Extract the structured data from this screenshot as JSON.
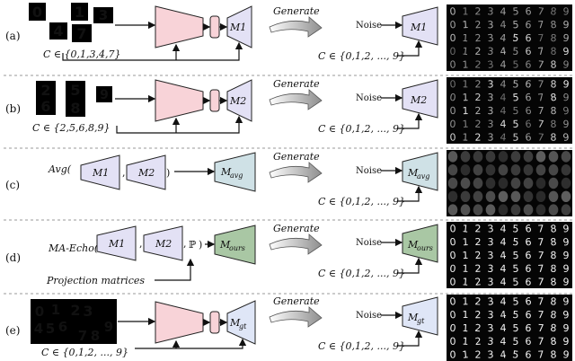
{
  "colors": {
    "encoder": "#f8d3d8",
    "latent": "#f8d3d8",
    "decoder_local": "#e3e1f5",
    "decoder_avg": "#cfe1e6",
    "decoder_ours": "#a9c7a4",
    "decoder_gt": "#dfe6f7",
    "stroke": "#222222",
    "grid_bg": "#050505"
  },
  "shared": {
    "generate": "Generate",
    "noise": "Noise",
    "all_classes": "C ∈ {0,1,2, ..., 9}"
  },
  "rows": [
    {
      "id": "a",
      "label": "(a)",
      "input_digits": [
        "0",
        "1",
        "3",
        "4",
        "7"
      ],
      "classes": "C ∈ {0,1,3,4,7}",
      "model": "M1",
      "gen_model": "M1",
      "grid_style": "blurry-subset"
    },
    {
      "id": "b",
      "label": "(b)",
      "input_digits": [
        "2",
        "5",
        "9",
        "6",
        "8"
      ],
      "classes": "C ∈ {2,5,6,8,9}",
      "model": "M2",
      "gen_model": "M2",
      "grid_style": "blurry-subset"
    },
    {
      "id": "c",
      "label": "(c)",
      "method": "Avg(",
      "inputs": [
        "M1",
        "M2"
      ],
      "sep": ",",
      "close": ")",
      "target": "M",
      "target_sub": "avg",
      "grid_style": "noise"
    },
    {
      "id": "d",
      "label": "(d)",
      "method": "MA-Echo(",
      "inputs": [
        "M1",
        "M2"
      ],
      "sep": ",",
      "proj_symbol": "ℙ",
      "close": ")",
      "projection": "Projection matrices",
      "target": "M",
      "target_sub": "ours",
      "grid_style": "sharp"
    },
    {
      "id": "e",
      "label": "(e)",
      "input_digits": [
        "0",
        "1",
        "2",
        "3",
        "4",
        "5",
        "6",
        "7",
        "8",
        "9"
      ],
      "classes": "C ∈ {0,1,2, ..., 9}",
      "model": "M",
      "model_sub": "gt",
      "grid_style": "sharp"
    }
  ],
  "grid_digits": [
    "0",
    "1",
    "2",
    "3",
    "4",
    "5",
    "6",
    "7",
    "8",
    "9"
  ]
}
